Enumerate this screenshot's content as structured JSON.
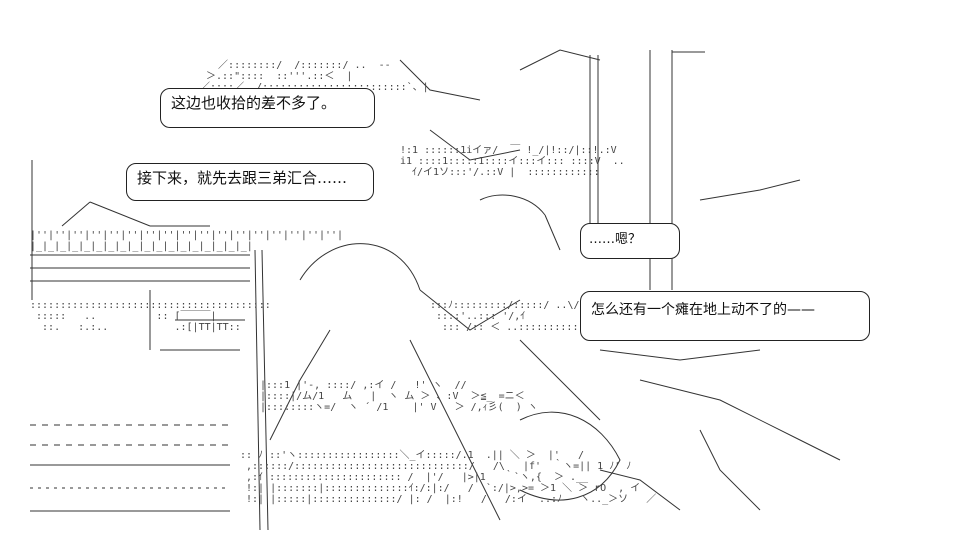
{
  "speech": {
    "line1": "这边也收拾的差不多了。",
    "line2": "接下来，就先去跟三弟汇合……",
    "line3": "……嗯？",
    "line4": "怎么还有一个瘫在地上动不了的——"
  },
  "colors": {
    "ink": "#111111",
    "paper": "#ffffff",
    "line_art": "#444444"
  }
}
